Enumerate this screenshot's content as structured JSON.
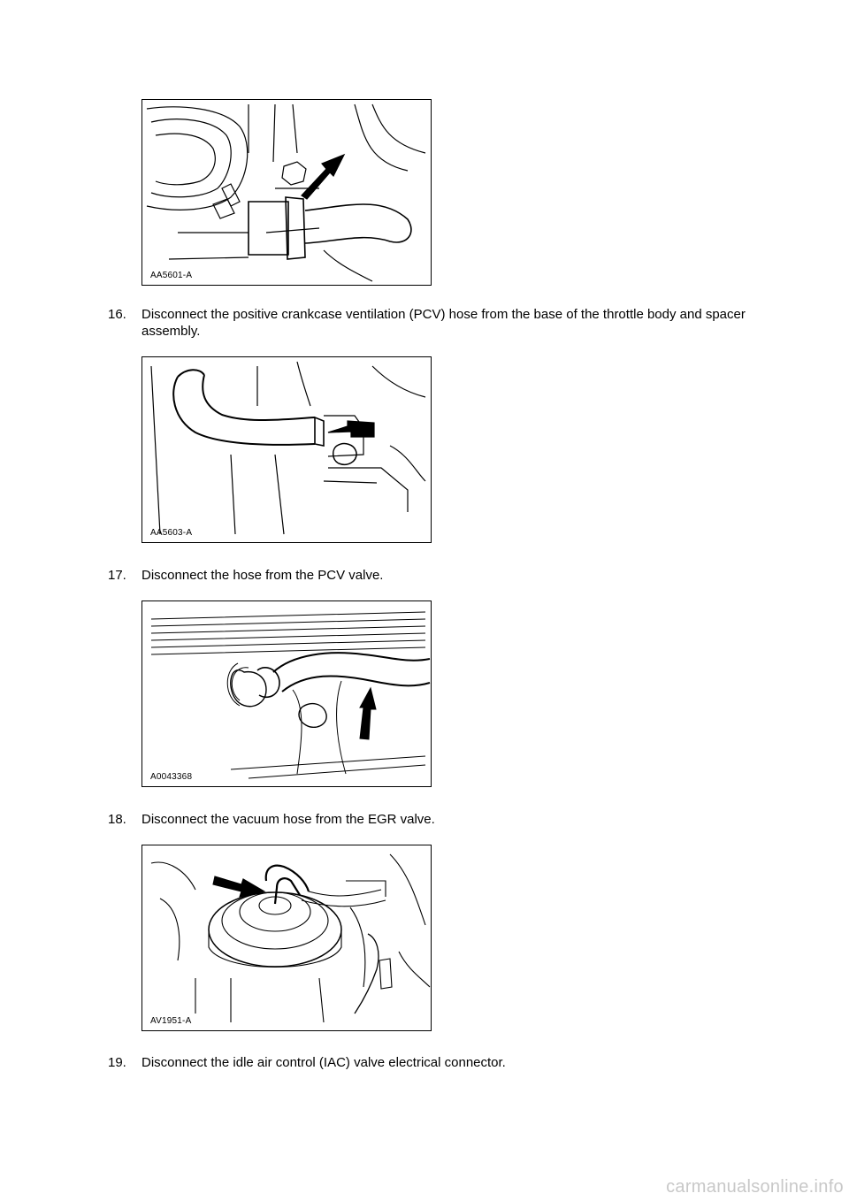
{
  "figures": [
    {
      "label": "AA5601-A"
    },
    {
      "label": "AA5603-A"
    },
    {
      "label": "A0043368"
    },
    {
      "label": "AV1951-A"
    }
  ],
  "steps": [
    {
      "number": "16.",
      "text": "Disconnect the positive crankcase ventilation (PCV) hose from the base of the throttle body and spacer assembly."
    },
    {
      "number": "17.",
      "text": "Disconnect the hose from the PCV valve."
    },
    {
      "number": "18.",
      "text": "Disconnect the vacuum hose from the EGR valve."
    },
    {
      "number": "19.",
      "text": "Disconnect the idle air control (IAC) valve electrical connector."
    }
  ],
  "watermark": "carmanualsonline.info"
}
